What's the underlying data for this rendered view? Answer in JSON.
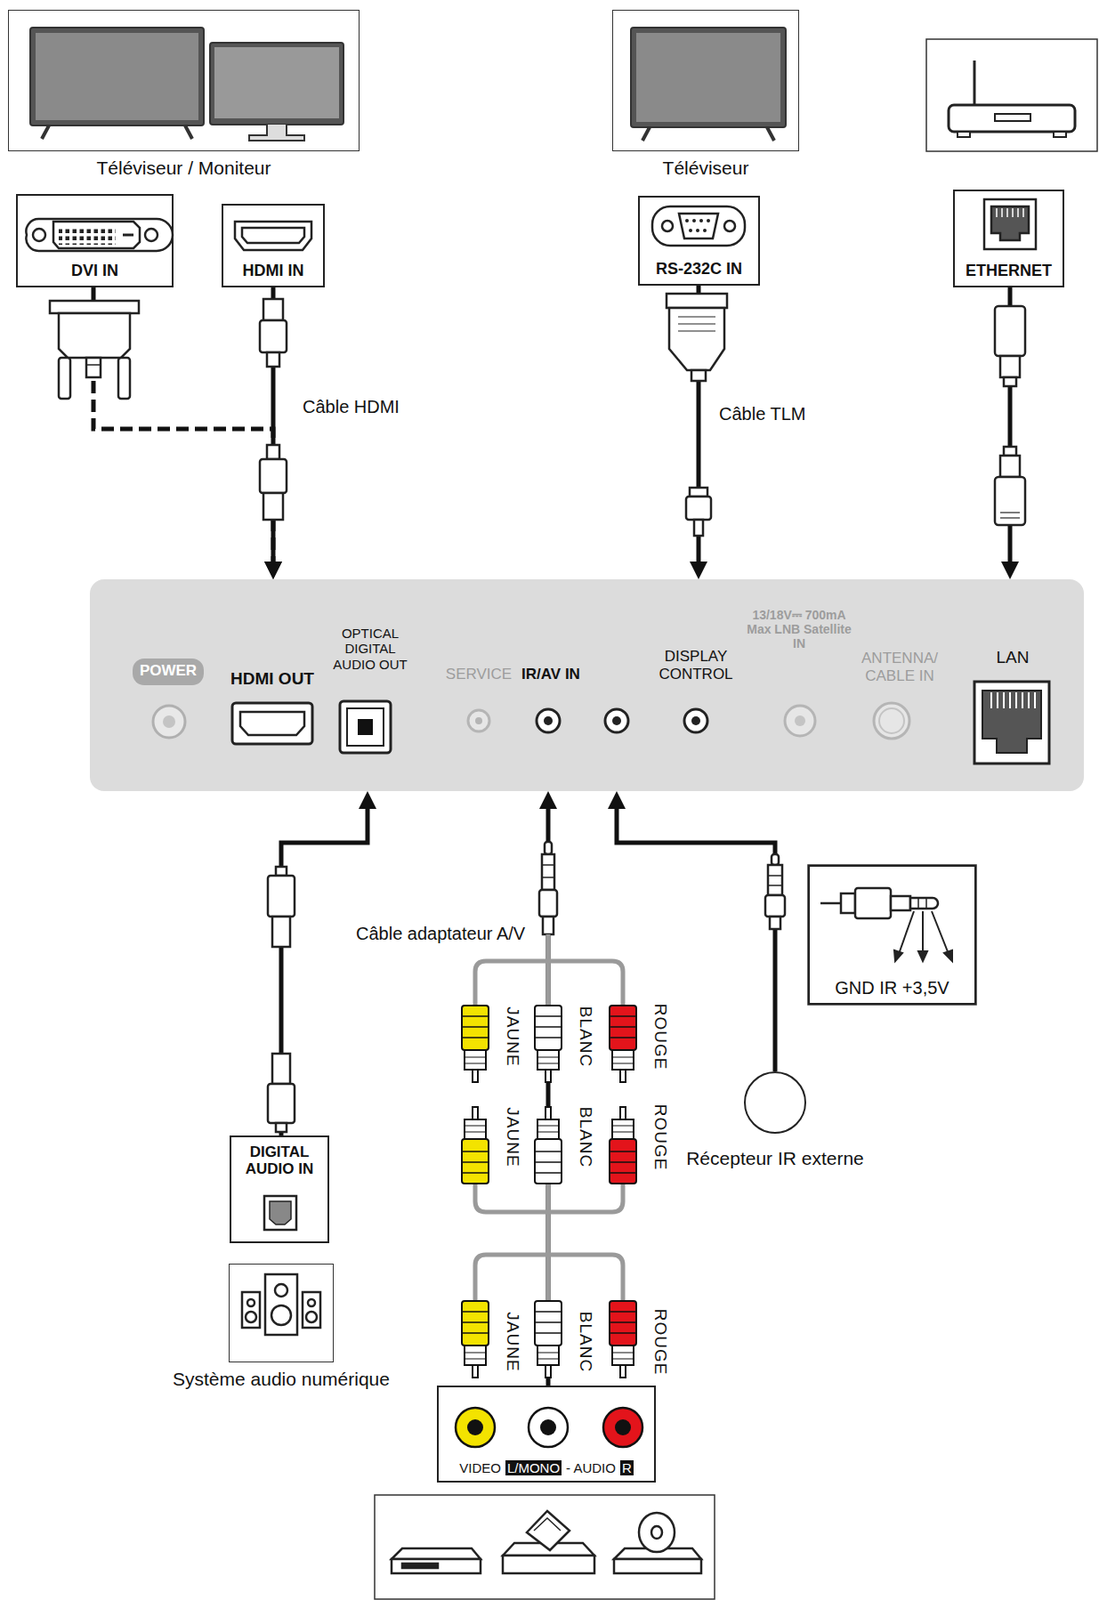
{
  "diagram": {
    "nodes": [
      {
        "text": [
          "Téléviseur / Moniteur"
        ]
      },
      {
        "text": [
          "Téléviseur"
        ]
      },
      {
        "text": [
          "DVI IN"
        ]
      },
      {
        "text": [
          "HDMI IN"
        ]
      },
      {
        "text": [
          "RS-232C IN"
        ]
      },
      {
        "text": [
          "ETHERNET"
        ]
      },
      {
        "text": [
          "POWER",
          "HDMI OUT",
          "OPTICAL DIGITAL AUDIO OUT",
          "SERVICE",
          "IR/AV IN",
          "DISPLAY CONTROL",
          "13/18V⎓ 700mA Max LNB Satellite IN",
          "ANTENNA/ CABLE IN",
          "LAN"
        ]
      },
      {
        "text": [
          "GND IR +3,5V"
        ]
      },
      {
        "text": [
          "Récepteur IR externe"
        ]
      },
      {
        "text": [
          "DIGITAL AUDIO IN"
        ]
      },
      {
        "text": [
          "Système audio numérique"
        ]
      },
      {
        "text": [
          "VIDEO",
          "L/MONO",
          "- AUDIO",
          "R"
        ]
      }
    ],
    "edges": [
      {
        "from": 3,
        "to": 6,
        "arrow": "to",
        "label": "Câble HDMI"
      },
      {
        "from": 2,
        "to": 6,
        "arrow": "to"
      },
      {
        "from": 4,
        "to": 6,
        "arrow": "to",
        "label": "Câble TLM"
      },
      {
        "from": 5,
        "to": 6,
        "arrow": "to"
      },
      {
        "from": 9,
        "to": 6,
        "arrow": "to"
      },
      {
        "from": 11,
        "to": 6,
        "arrow": "to",
        "label": "Câble adaptateur A/V"
      },
      {
        "from": 8,
        "to": 6,
        "arrow": "to"
      }
    ],
    "labels": [
      "JAUNE",
      "BLANC",
      "ROUGE",
      "JAUNE",
      "BLANC",
      "ROUGE",
      "JAUNE",
      "BLANC",
      "ROUGE"
    ]
  }
}
